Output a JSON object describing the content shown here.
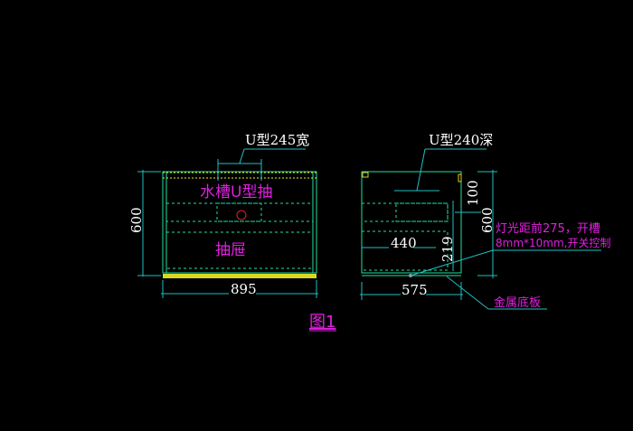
{
  "front_view": {
    "top_label": "U型245宽",
    "sink_label": "水槽U型抽",
    "drawer_label": "抽屉",
    "width_dim": "895",
    "height_dim": "600"
  },
  "side_view": {
    "top_label": "U型240深",
    "dim_100": "100",
    "dim_600": "600",
    "dim_440": "440",
    "dim_219": "219",
    "width_dim": "575",
    "light_note_line1": "灯光距前275，开槽",
    "light_note_line2": "8mm*10mm,开关控制",
    "base_label": "金属底板"
  },
  "figure_label": "图1",
  "colors": {
    "background": "#000000",
    "dimension": "#20c0c0",
    "outline": "#20e0a0",
    "annotation": "#e020e0",
    "hidden": "#f0f020"
  }
}
